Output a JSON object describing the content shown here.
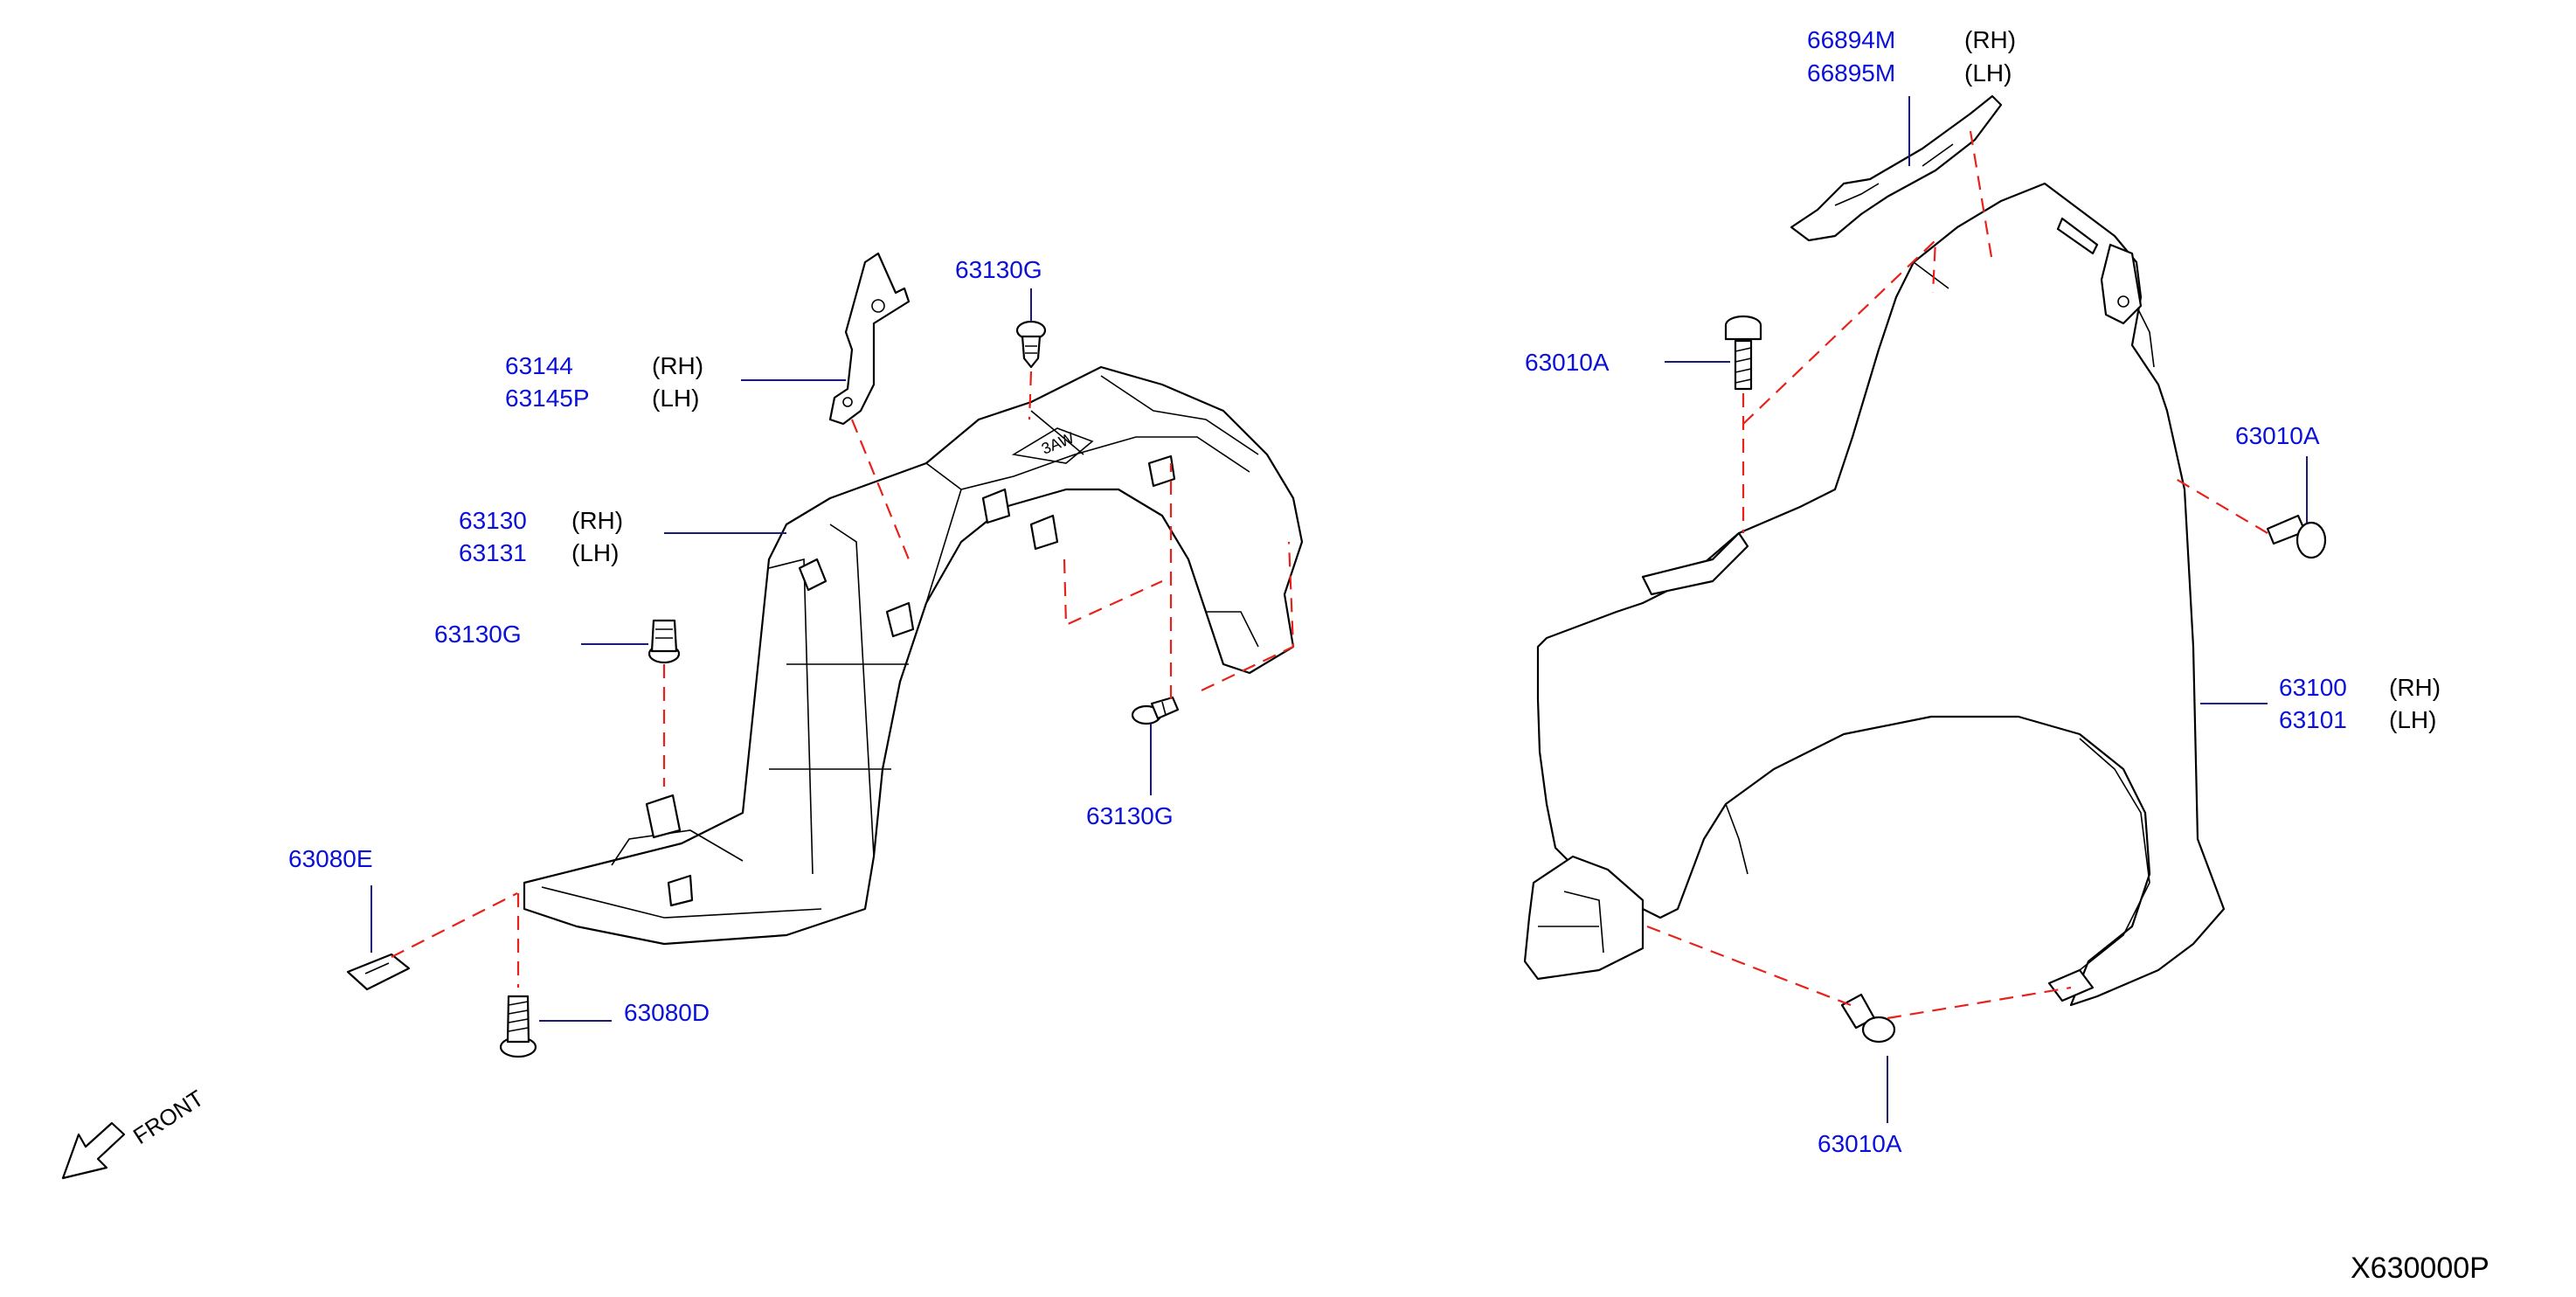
{
  "callouts": [
    {
      "part": "66894M",
      "side": "(RH)"
    },
    {
      "part": "66895M",
      "side": "(LH)"
    },
    {
      "part": "63144",
      "side": "(RH)"
    },
    {
      "part": "63145P",
      "side": "(LH)"
    },
    {
      "part": "63130G"
    },
    {
      "part": "63130",
      "side": "(RH)"
    },
    {
      "part": "63131",
      "side": "(LH)"
    },
    {
      "part": "63130G"
    },
    {
      "part": "63130G"
    },
    {
      "part": "63080E"
    },
    {
      "part": "63080D"
    },
    {
      "part": "63010A"
    },
    {
      "part": "63010A"
    },
    {
      "part": "63010A"
    },
    {
      "part": "63100",
      "side": "(RH)"
    },
    {
      "part": "63101",
      "side": "(LH)"
    }
  ],
  "front_label": "FRONT",
  "diagram_ref": "X630000P",
  "colors": {
    "part_number": "#0b10d8",
    "guide_line": "#e8221b",
    "outline": "#000000"
  }
}
